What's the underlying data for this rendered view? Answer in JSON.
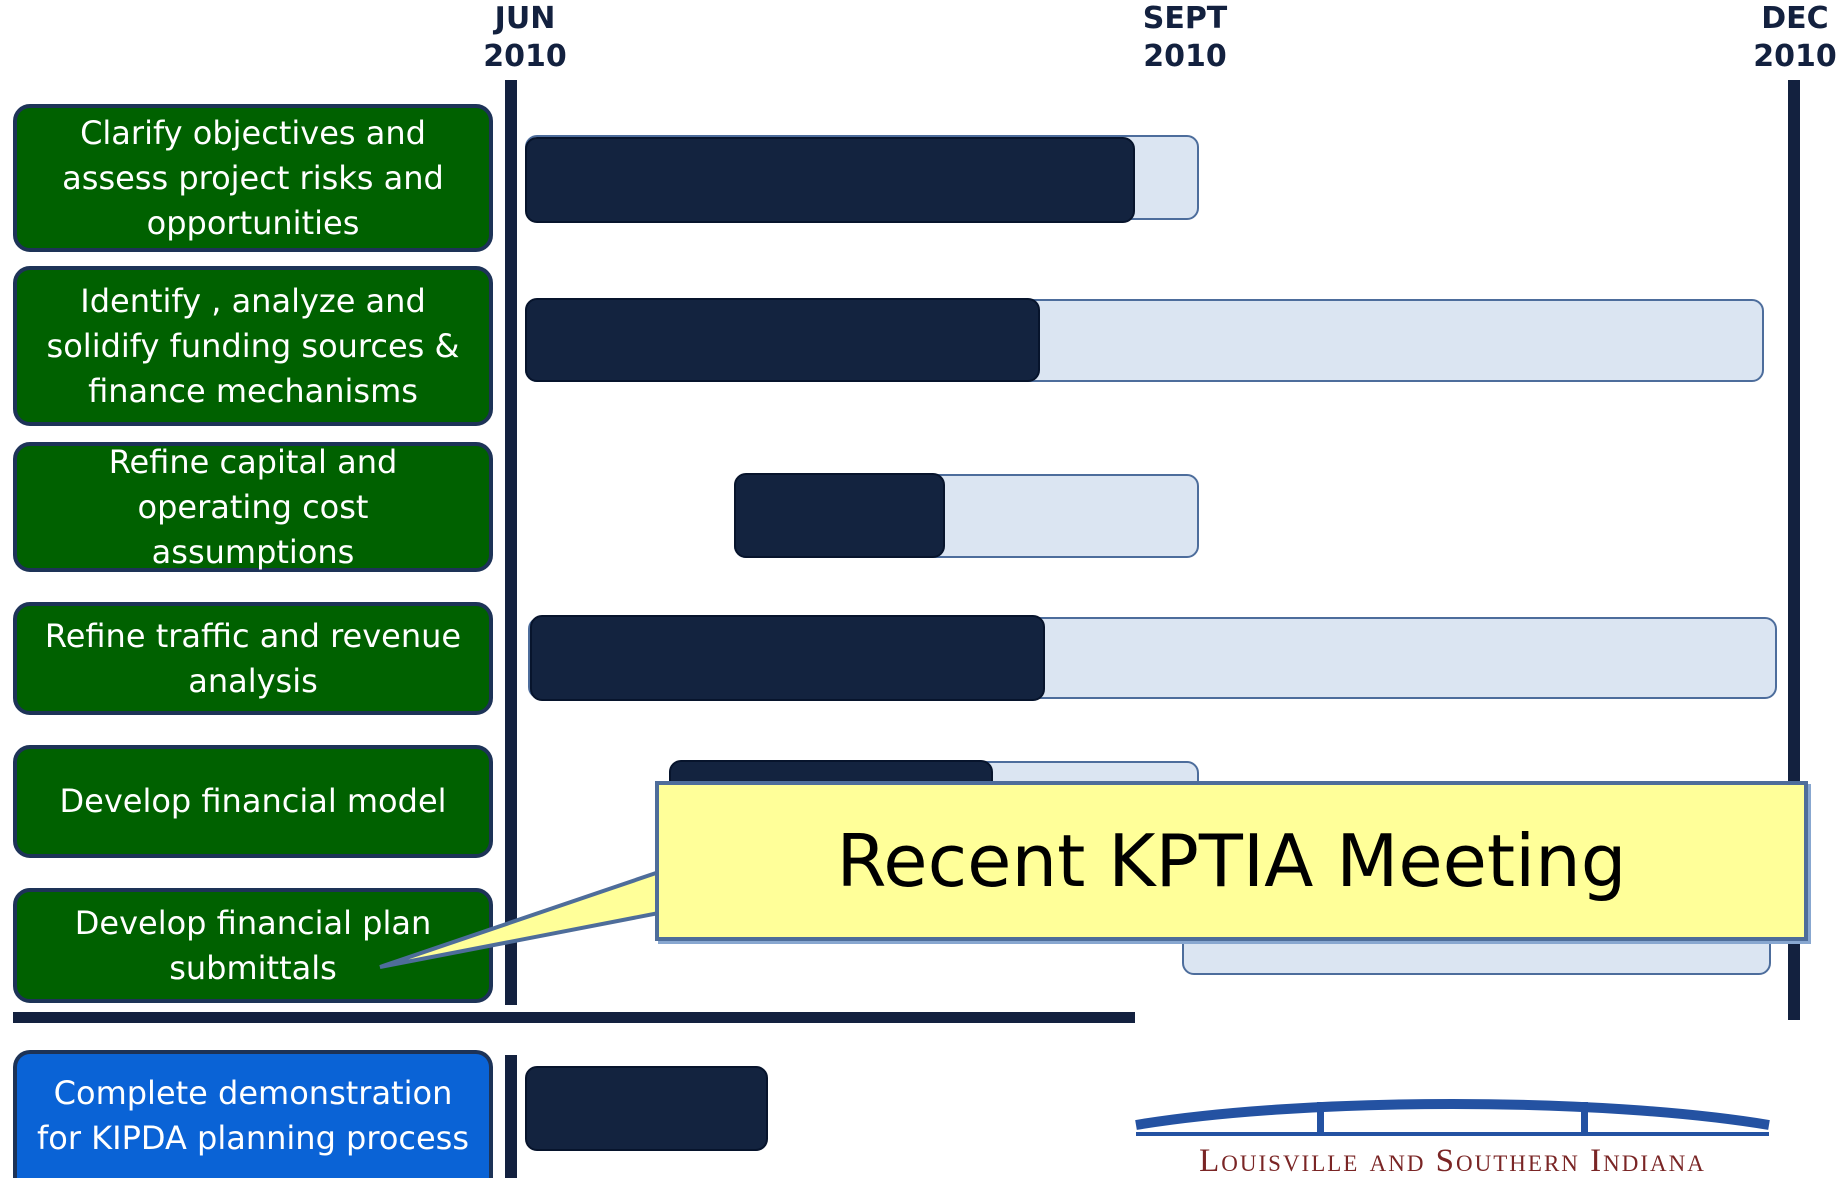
{
  "timeline": {
    "milestones": [
      {
        "month": "JUN",
        "year": "2010"
      },
      {
        "month": "SEPT",
        "year": "2010"
      },
      {
        "month": "DEC",
        "year": "2010"
      }
    ]
  },
  "tasks": [
    {
      "label": "Clarify objectives and assess project risks and opportunities",
      "color": "#006100"
    },
    {
      "label": "Identify , analyze and solidify funding sources & finance mechanisms",
      "color": "#006100"
    },
    {
      "label": "Refine capital and operating cost assumptions",
      "color": "#006100"
    },
    {
      "label": "Refine traffic and revenue analysis",
      "color": "#006100"
    },
    {
      "label": "Develop financial model",
      "color": "#006100"
    },
    {
      "label": "Develop financial plan submittals",
      "color": "#006100"
    },
    {
      "label": "Complete demonstration for KIPDA planning process",
      "color": "#0a63d6"
    }
  ],
  "callout": {
    "text": "Recent KPTIA Meeting",
    "color": "#ffff99"
  },
  "logo": {
    "text": "Louisville and Southern Indiana",
    "color": "#7a2525"
  },
  "colors": {
    "timeline": "#13213f",
    "bar_planned": "#dbe5f2",
    "bar_progress": "#13233f",
    "task_green": "#006100",
    "task_blue": "#0a63d6"
  }
}
